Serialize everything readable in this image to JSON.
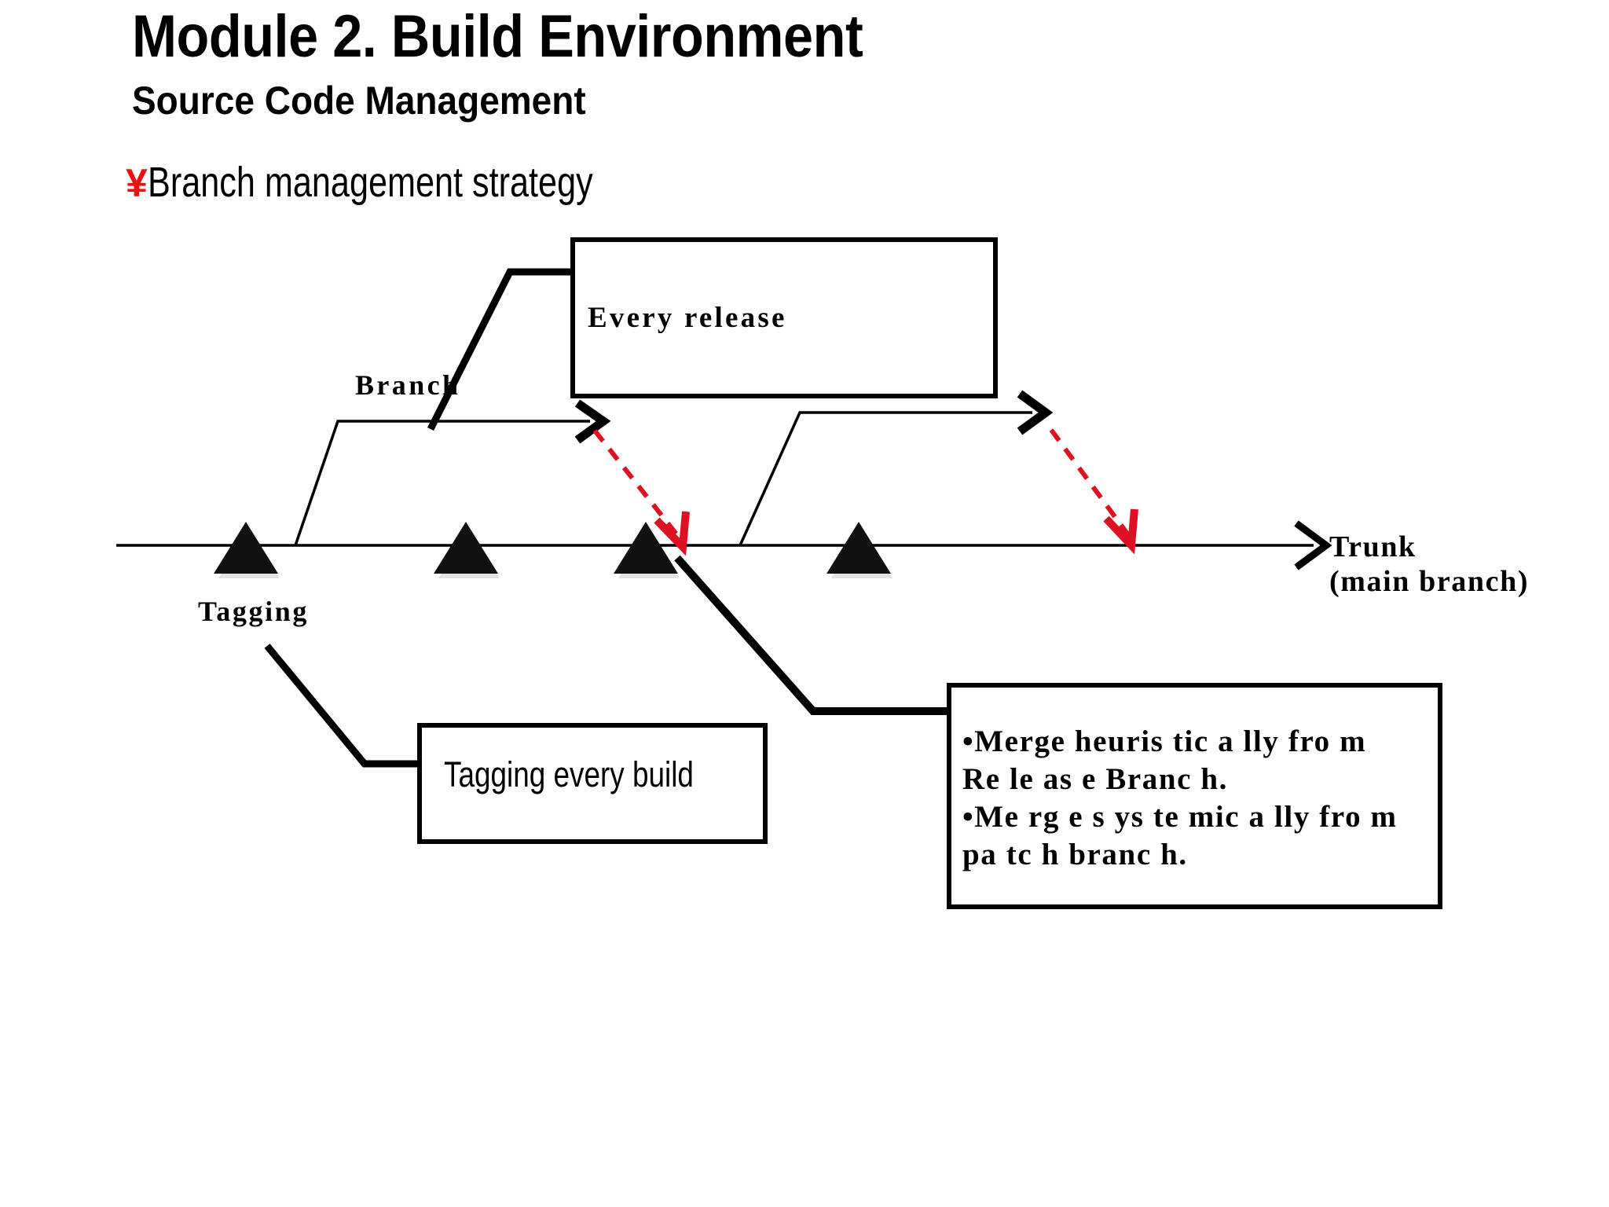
{
  "slide": {
    "title": "Module 2. Build Environment",
    "subtitle": "Source Code Management",
    "bullet_marker": "¥",
    "bullet_marker_color": "#ee1111",
    "bullet_text": "Branch management strategy",
    "background_color": "#ffffff"
  },
  "diagram": {
    "type": "branching-model-timeline",
    "trunk_label_line1": "Trunk",
    "trunk_label_line2": "(main branch)",
    "branch_label": "Branch",
    "tagging_label": "Tagging",
    "callout_every_release": "Every release",
    "callout_tagging_every_build": "Tagging every build",
    "callout_merge": {
      "line1": "•Merge  heuris tic a lly  fro m",
      "line2": "Re le as e  Branc h.",
      "line3": "•Me rg e  s ys te mic a lly  fro m",
      "line4": "pa tc h  branc h."
    },
    "colors": {
      "line": "#000000",
      "merge_arrow": "#dd1122",
      "box_border": "#000000",
      "box_fill": "#ffffff",
      "tag_marker": "#111111"
    },
    "tag_markers": 4,
    "release_branches": 2,
    "merge_arrows": 2
  }
}
